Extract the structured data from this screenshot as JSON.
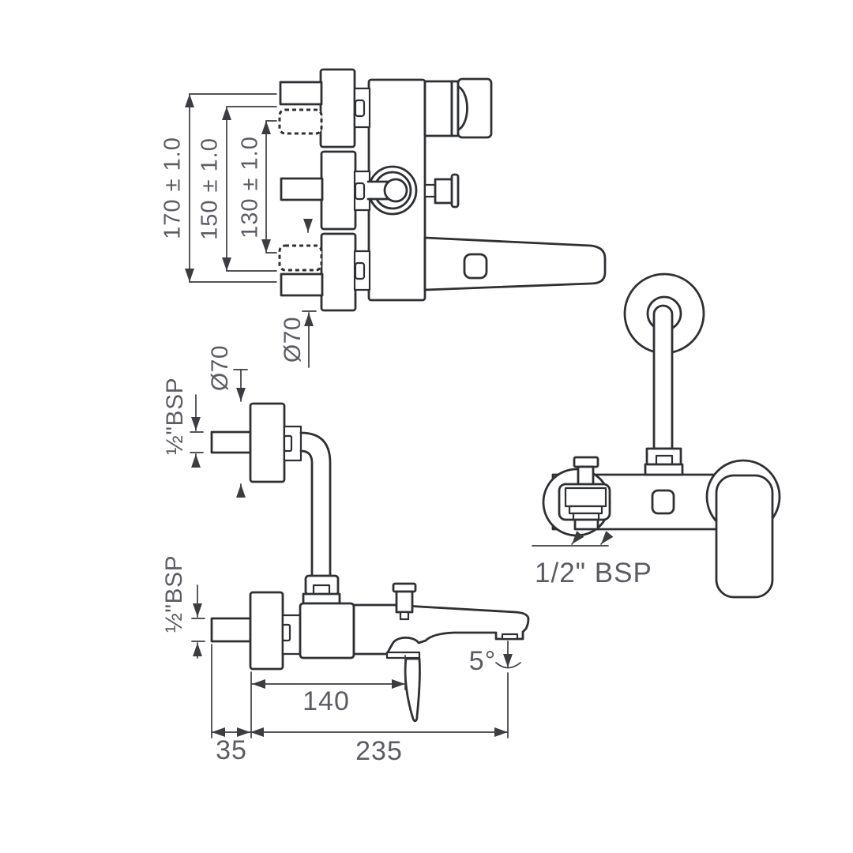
{
  "colors": {
    "background": "#ffffff",
    "line": "#2f3033",
    "dimension_line": "#3c3d40",
    "text": "#5c5d63"
  },
  "top_view": {
    "dim_outer": "170 ± 1.0",
    "dim_mid": "150 ± 1.0",
    "dim_inner": "130 ± 1.0",
    "escutcheon_diameter": "Ø70"
  },
  "side_view": {
    "escutcheon_diameter": "Ø70",
    "top_inlet_thread": "½\"BSP",
    "bottom_inlet_thread": "½\"BSP",
    "dim_body_depth": "140",
    "dim_wall_offset": "35",
    "dim_total_reach": "235",
    "spout_angle": "5°"
  },
  "front_view": {
    "outlet_thread": "1/2\" BSP"
  }
}
